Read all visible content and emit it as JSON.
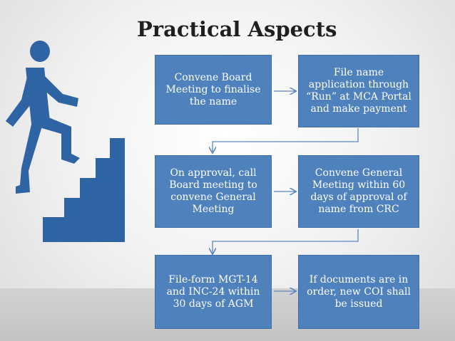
{
  "slide": {
    "title": "Practical Aspects"
  },
  "flow": {
    "steps": [
      {
        "id": 1,
        "text": "Convene Board Meeting to finalise the name"
      },
      {
        "id": 2,
        "text": "File name application through “Run” at MCA Portal and make payment"
      },
      {
        "id": 3,
        "text": "On approval, call Board meeting to convene General Meeting"
      },
      {
        "id": 4,
        "text": "Convene General Meeting within 60 days of approval of name from CRC"
      },
      {
        "id": 5,
        "text": "File-form MGT-14 and INC-24 within 30 days of AGM"
      },
      {
        "id": 6,
        "text": "If documents are in order, new COI shall be issued"
      }
    ]
  },
  "colors": {
    "box_fill": "#4f81bd",
    "figure": "#2e64a3",
    "connector": "#5b86bd"
  },
  "decor": {
    "illustration_icon": "person-climbing-stairs-icon"
  }
}
